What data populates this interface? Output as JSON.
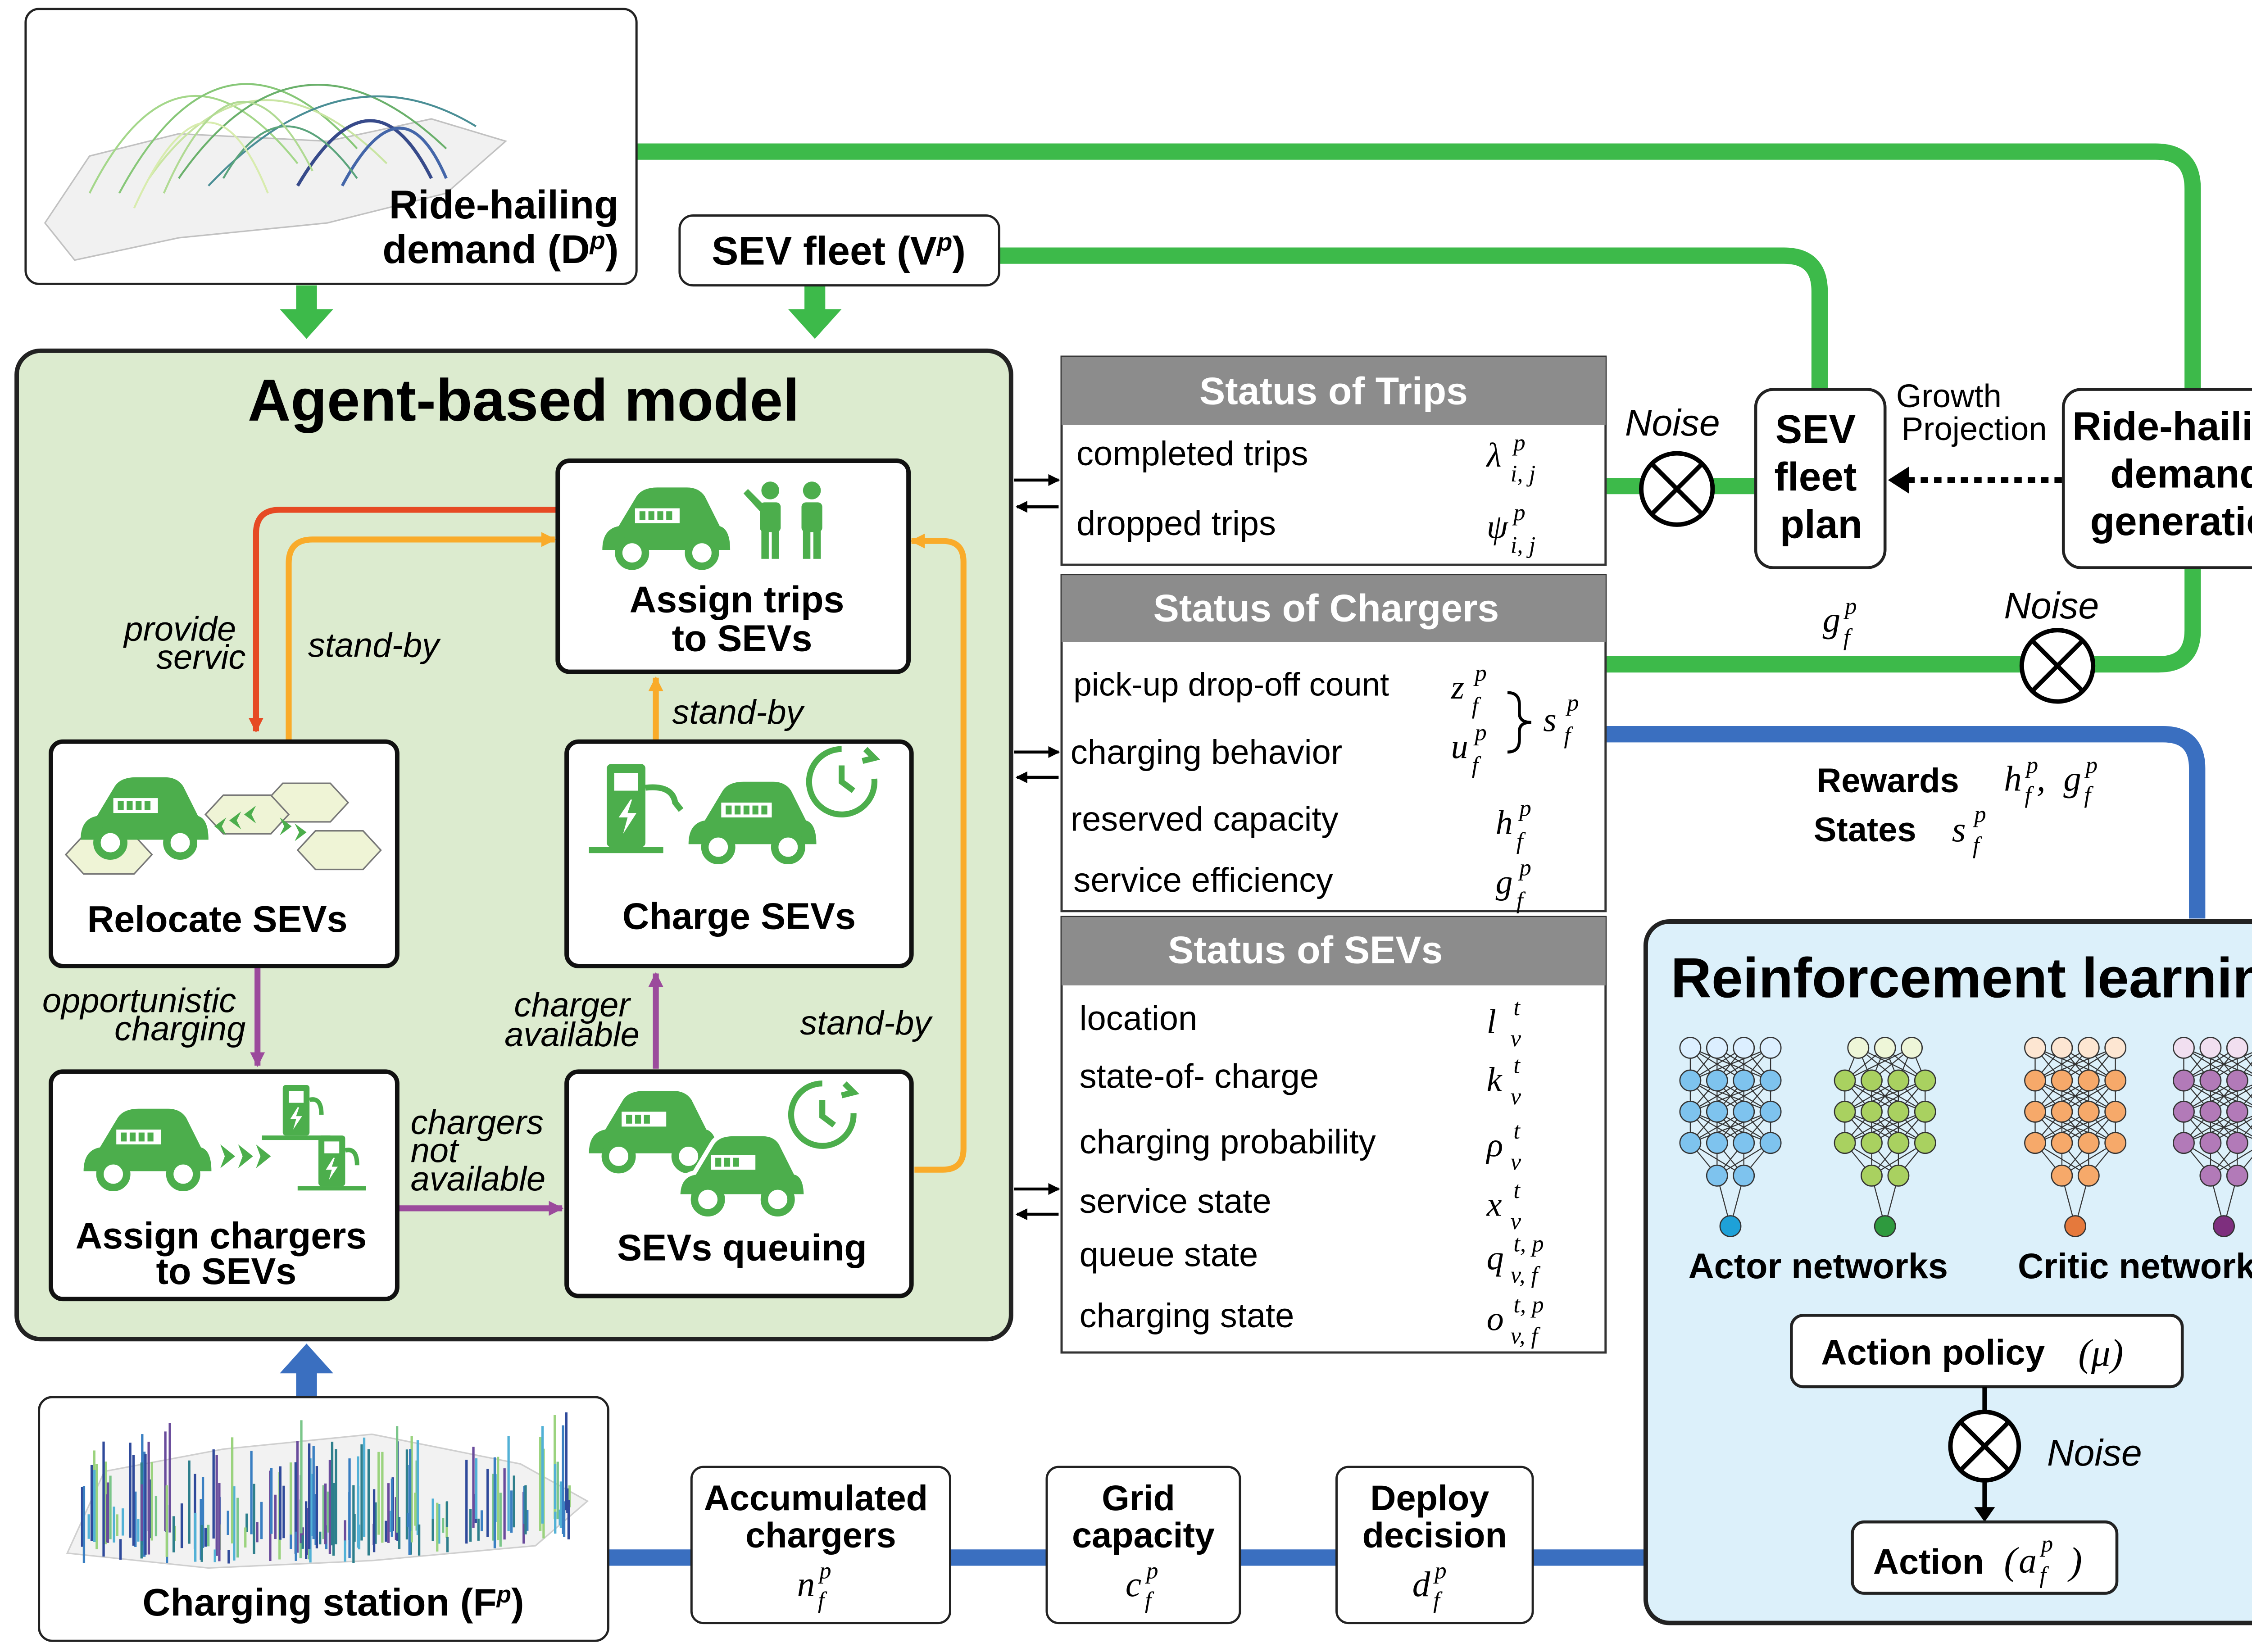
{
  "colors": {
    "green_line": "#3dba4a",
    "blue_line": "#3a6fc0",
    "orange_line": "#f9ab2a",
    "red_line": "#e64a24",
    "purple_line": "#9b4a9c",
    "gray_header": "#8c8c8c",
    "abm_bg": "#dcebcf",
    "rl_bg": "#dcf0fa",
    "icon_green": "#4cae4c"
  },
  "inputs": {
    "demand": {
      "line1": "Ride-hailing",
      "line2": "demand (D",
      "sup": "p",
      "close": ")"
    },
    "fleet": {
      "line1": "SEV fleet (V",
      "sup": "p",
      "close": ")"
    },
    "charging": {
      "line1": "Charging station (F",
      "sup": "p",
      "close": ")"
    }
  },
  "abm": {
    "title": "Agent-based model",
    "boxes": {
      "assign_trips": [
        "Assign trips",
        "to SEVs"
      ],
      "relocate": "Relocate SEVs",
      "charge": "Charge SEVs",
      "assign_chargers": [
        "Assign chargers",
        "to SEVs"
      ],
      "queuing": "SEVs queuing"
    },
    "edge_labels": {
      "provide_service": [
        "provide",
        "servic"
      ],
      "standby_1": "stand-by",
      "standby_2": "stand-by",
      "standby_3": "stand-by",
      "opportunistic": [
        "opportunistic",
        "charging"
      ],
      "charger_available": [
        "charger",
        "available"
      ],
      "chargers_not_available": [
        "chargers",
        "not",
        "available"
      ]
    }
  },
  "status": {
    "trips": {
      "header": "Status of Trips",
      "rows": [
        {
          "label": "completed trips",
          "sym": "λ",
          "sup": "p",
          "sub": "i, j"
        },
        {
          "label": "dropped trips",
          "sym": "ψ",
          "sup": "p",
          "sub": "i, j"
        }
      ]
    },
    "chargers": {
      "header": "Status of Chargers",
      "rows": [
        {
          "label": "pick-up drop-off count",
          "sym": "z",
          "sup": "p",
          "sub": "f"
        },
        {
          "label": "charging behavior",
          "sym": "u",
          "sup": "p",
          "sub": "f"
        },
        {
          "label": "reserved capacity",
          "sym": "h",
          "sup": "p",
          "sub": "f"
        },
        {
          "label": "service efficiency",
          "sym": "g",
          "sup": "p",
          "sub": "f"
        }
      ],
      "brace_sym": {
        "sym": "s",
        "sup": "p",
        "sub": "f"
      }
    },
    "sevs": {
      "header": "Status of SEVs",
      "rows": [
        {
          "label": "location",
          "sym": "l",
          "sup": "t",
          "sub": "v"
        },
        {
          "label": "state-of- charge",
          "sym": "k",
          "sup": "t",
          "sub": "v"
        },
        {
          "label": "charging probability",
          "sym": "ρ",
          "sup": "t",
          "sub": "v"
        },
        {
          "label": "service state",
          "sym": "x",
          "sup": "t",
          "sub": "v"
        },
        {
          "label": "queue state",
          "sym": "q",
          "sup": "t, p",
          "sub": "v, f"
        },
        {
          "label": "charging state",
          "sym": "o",
          "sup": "t, p",
          "sub": "v, f"
        }
      ]
    }
  },
  "generation": {
    "noise_1": "Noise",
    "noise_2": "Noise",
    "noise_3": "Noise",
    "sev_fleet_plan": [
      "SEV",
      "fleet",
      "plan"
    ],
    "growth_projection": [
      "Growth",
      "Projection"
    ],
    "demand_generation": [
      "Ride-hailing",
      "demand",
      "generation"
    ],
    "g_label": {
      "sym": "g",
      "sup": "p",
      "sub": "f"
    }
  },
  "rl": {
    "title": "Reinforcement learning",
    "rewards_label": "Rewards",
    "rewards_sym": "h",
    "rewards_sym2": "g",
    "states_label": "States",
    "states_sym": "s",
    "actor": "Actor networks",
    "critic": "Critic networks",
    "policy": "Action policy",
    "policy_sym": "(μ)",
    "action": "Action",
    "action_sym": {
      "sym": "a",
      "sup": "p",
      "sub": "f"
    }
  },
  "bottom": {
    "accumulated": {
      "lines": [
        "Accumulated",
        "chargers"
      ],
      "sym": "n",
      "sup": "p",
      "sub": "f"
    },
    "grid": {
      "lines": [
        "Grid",
        "capacity"
      ],
      "sym": "c",
      "sup": "p",
      "sub": "f"
    },
    "deploy": {
      "lines": [
        "Deploy",
        "decision"
      ],
      "sym": "d",
      "sup": "p",
      "sub": "f"
    }
  }
}
